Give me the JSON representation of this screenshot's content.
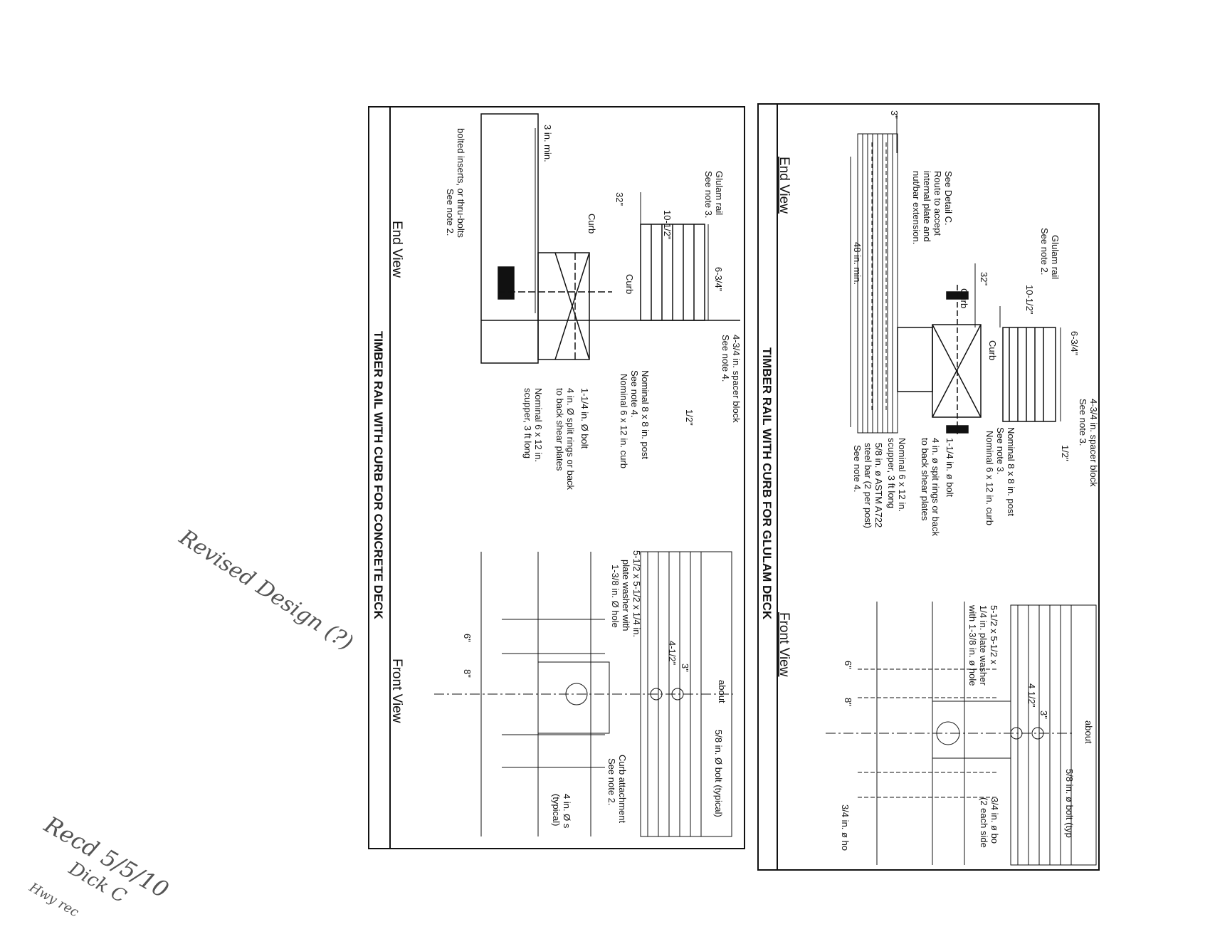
{
  "sheet_top": {
    "title": "TIMBER RAIL WITH CURB FOR GLULAM DECK",
    "end_view_label": "End View",
    "front_view_label": "Front View",
    "end_view": {
      "glulam_rail": [
        "Glulam rail",
        "See note 2."
      ],
      "see_detail": [
        "See Detail C.",
        "Route to accept",
        "internal plate and",
        "nut/bar extension."
      ],
      "dim_3": "3\"",
      "dim_32": "32\"",
      "dim_10": "10-1/2\"",
      "dim_6": "6-3/4\"",
      "curb_a": "Curb",
      "curb_b": "Curb",
      "dim_48": "48 in. min.",
      "spacer": [
        "4-3/4 in. spacer block",
        "See note 3."
      ],
      "dim_half": "1/2\"",
      "post": [
        "Nominal 8 x 8 in. post",
        "See note 3."
      ],
      "curb6": "Nominal 6 x 12 in. curb",
      "bolt": "1-1/4 in. ø bolt",
      "rings": [
        "4 in. ø spit rings or back",
        "to back shear plates"
      ],
      "scupper": [
        "Nominal 6 x 12 in.",
        "scupper, 3 ft long"
      ],
      "steelbar": [
        "5/8 in. ø ASTM A722",
        "steel bar (2 per post)",
        "See note 4."
      ]
    },
    "front_view": {
      "about": "about",
      "dim_4": "4 1/2\"",
      "dim_3": "3\"",
      "washer": [
        "5-1/2 x 5-1/2 x",
        "1/4 in. plate washer",
        "with 1-3/8 in. ø hole"
      ],
      "dim_6": "6\"",
      "dim_8": "8\"",
      "bolt58": "5/8 in. ø bolt (typ",
      "bolt34a": [
        "3/4 in. ø bo",
        "(2 each side"
      ],
      "bolt34b": "3/4 in. ø ho"
    }
  },
  "sheet_bottom": {
    "title": "TIMBER RAIL WITH CURB FOR CONCRETE DECK",
    "end_view_label": "End View",
    "front_view_label": "Front View",
    "end_view": {
      "glulam_rail": [
        "Glulam rail",
        "See note 3."
      ],
      "dim_32": "32\"",
      "dim_10": "10-1/2\"",
      "dim_6": "6-3/4\"",
      "curb_a": "Curb",
      "curb_b": "Curb",
      "min3": "3 in. min.",
      "inserts": [
        "bolted inserts, or thru-bolts",
        "See note 2."
      ],
      "spacer": [
        "4-3/4 in. spacer block",
        "See note 4."
      ],
      "dim_half": "1/2\"",
      "post": [
        "Nominal 8 x 8 in. post",
        "See note 4."
      ],
      "curb6": "Nominal 6 x 12 in. curb",
      "bolt": "1-1/4 in. Ø bolt",
      "rings": [
        "4 in. Ø split rings or back",
        "to back shear plates"
      ],
      "scupper": [
        "Nominal 6 x 12 in.",
        "scupper, 3 ft long"
      ]
    },
    "front_view": {
      "about": "about",
      "dim_3": "3\"",
      "dim_4": "4-1/2\"",
      "washer": [
        "5-1/2 x 5-1/2 x 1/4 in.",
        "plate washer with",
        "1-3/8 in. Ø hole"
      ],
      "dim_6": "6\"",
      "dim_8": "8\"",
      "bolt58": "5/8 in. Ø bolt (typical)",
      "curb_attach": [
        "Curb attachment",
        "See note 2."
      ],
      "split": [
        "4 in. Ø s",
        "(typical)"
      ]
    }
  },
  "handwriting": {
    "margin_note": "Revised Design (?)",
    "stamp_1": "Recd 5/5/10",
    "stamp_2": "Dick C",
    "stamp_3": "Hwy rec"
  }
}
